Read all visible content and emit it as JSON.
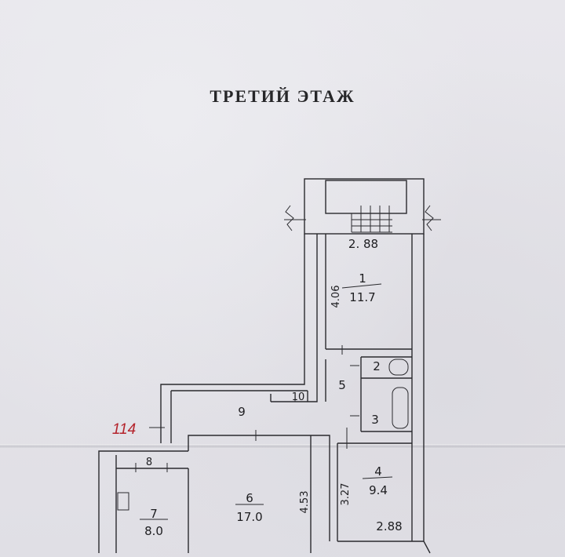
{
  "title": "ТРЕТИЙ ЭТАЖ",
  "apartment_number": "114",
  "rooms": [
    {
      "number": "1",
      "area": "11.7"
    },
    {
      "number": "2",
      "area": ""
    },
    {
      "number": "3",
      "area": ""
    },
    {
      "number": "4",
      "area": "9.4"
    },
    {
      "number": "5",
      "area": ""
    },
    {
      "number": "6",
      "area": "17.0"
    },
    {
      "number": "7",
      "area": "8.0"
    },
    {
      "number": "8",
      "area": ""
    },
    {
      "number": "9",
      "area": ""
    },
    {
      "number": "10",
      "area": ""
    }
  ],
  "dimensions": {
    "room1_width": "2. 88",
    "room1_length": "4.06",
    "room4_width": "2.88",
    "room4_length": "3.27",
    "room6_length": "4.53"
  }
}
